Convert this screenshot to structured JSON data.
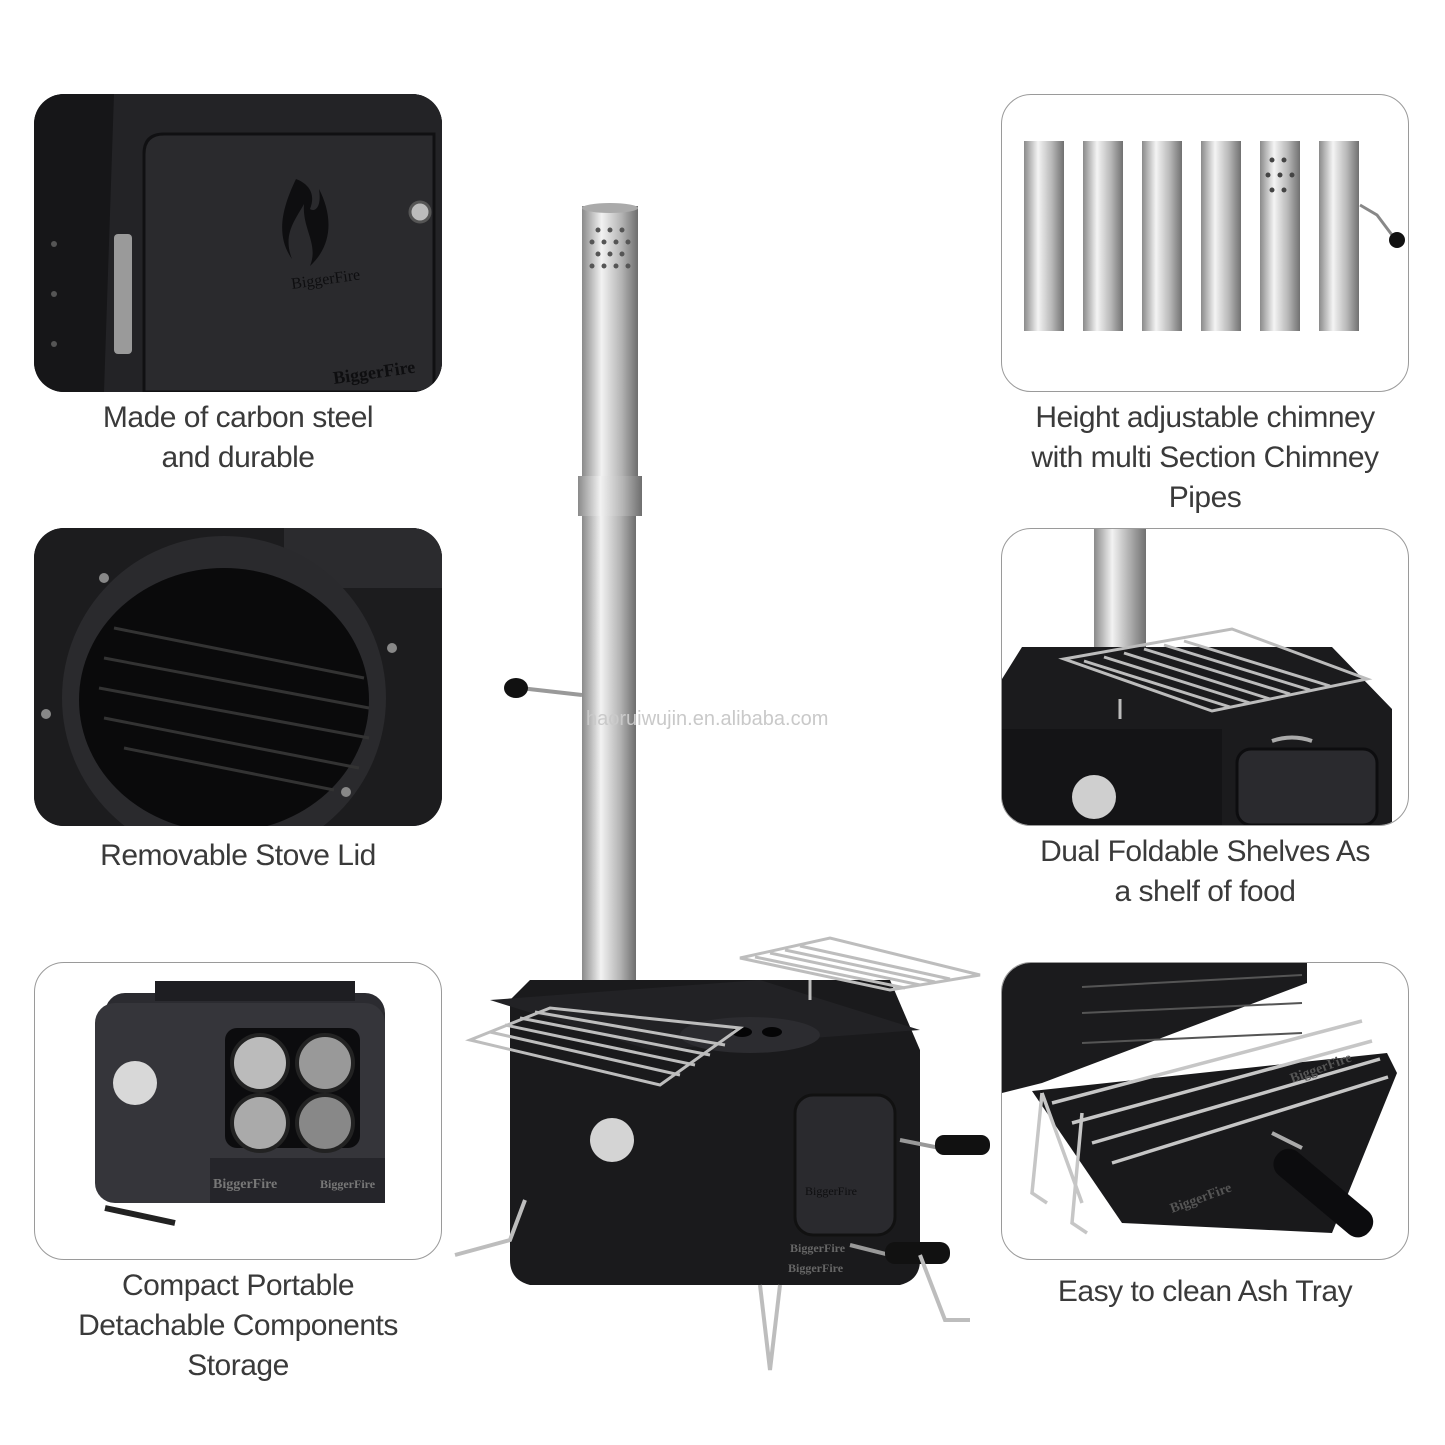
{
  "features": [
    {
      "id": "carbon-steel",
      "caption_lines": [
        "Made of carbon steel",
        "and durable"
      ]
    },
    {
      "id": "stove-lid",
      "caption_lines": [
        "Removable Stove Lid"
      ]
    },
    {
      "id": "portable",
      "caption_lines": [
        "Compact Portable",
        "Detachable Components",
        "Storage"
      ]
    },
    {
      "id": "chimney",
      "caption_lines": [
        "Height adjustable chimney",
        "with multi Section Chimney",
        "Pipes"
      ]
    },
    {
      "id": "shelves",
      "caption_lines": [
        "Dual Foldable Shelves As",
        "a shelf of food"
      ]
    },
    {
      "id": "ash-tray",
      "caption_lines": [
        "Easy to clean Ash Tray"
      ]
    }
  ],
  "brand": {
    "logo_text": "BiggerFire"
  },
  "watermark": "haoruiwujin.en.alibaba.com",
  "colors": {
    "stove_black": "#1b1b1d",
    "steel": "#c8c8c8",
    "caption": "#3a3a3a"
  }
}
